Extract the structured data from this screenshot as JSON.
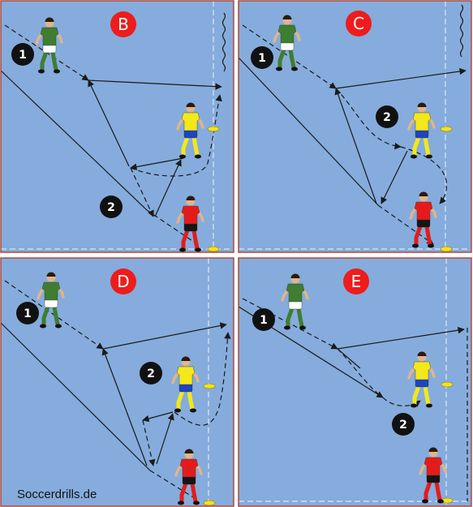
{
  "colors": {
    "field": "#85acdc",
    "panel_border": "#b04a3a",
    "badge_red": "#ee1c1c",
    "badge_black": "#111111",
    "line": "#1a1a1a",
    "boundary": "#dfe8f5",
    "cone": "#f4e21a",
    "shirt_green": "#3f7d31",
    "shirt_yellow": "#f3e81a",
    "shorts_blue": "#1d44c4",
    "shirt_red": "#e51b1b",
    "shorts_black": "#151515",
    "skin": "#e2b48a"
  },
  "panels": [
    {
      "id": "B",
      "label": "B",
      "player_1": "1",
      "player_2": "2"
    },
    {
      "id": "C",
      "label": "C",
      "player_1": "1",
      "player_2": "2"
    },
    {
      "id": "D",
      "label": "D",
      "player_1": "1",
      "player_2": "2"
    },
    {
      "id": "E",
      "label": "E",
      "player_1": "1",
      "player_2": "2"
    }
  ],
  "credit": "Soccerdrills.de"
}
